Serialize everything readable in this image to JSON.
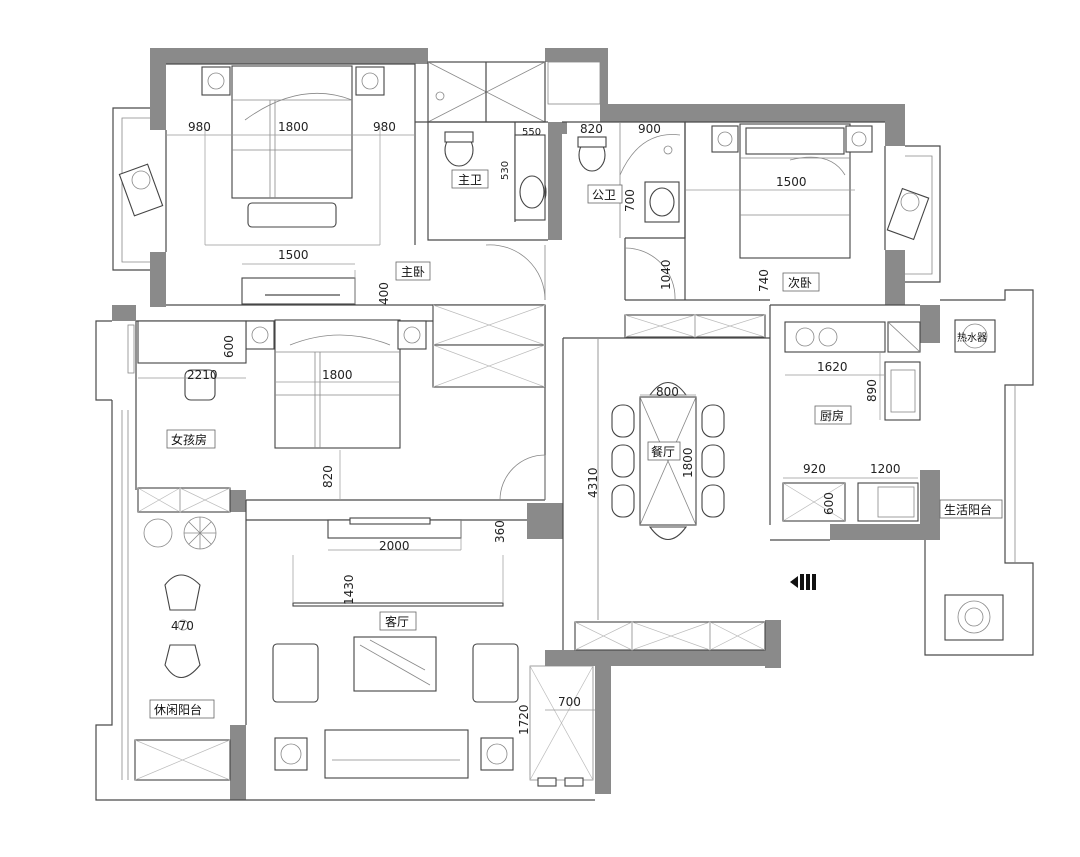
{
  "rooms": {
    "master_bedroom": "主卧",
    "master_bath": "主卫",
    "public_bath": "公卫",
    "second_bedroom": "次卧",
    "girls_room": "女孩房",
    "dining": "餐厅",
    "kitchen": "厨房",
    "utility_balcony": "生活阳台",
    "living_room": "客厅",
    "leisure_balcony": "休闲阳台",
    "water_heater": "热水器"
  },
  "dims": {
    "mb_left": "980",
    "mb_bed": "1800",
    "mb_right": "980",
    "mb_wardrobe": "1500",
    "mb_depth": "400",
    "bath_550": "550",
    "bath_530": "530",
    "pb_820": "820",
    "pb_900": "900",
    "pb_700": "700",
    "corr_1040": "1040",
    "sb_bed": "1500",
    "sb_740": "740",
    "gr_600": "600",
    "gr_desk": "2210",
    "gr_bed": "1800",
    "gr_820": "820",
    "din_table": "800",
    "din_len": "1800",
    "din_4310": "4310",
    "k_1620": "1620",
    "k_890": "890",
    "k_920": "920",
    "k_1200": "1200",
    "k_600": "600",
    "lr_tv": "2000",
    "lr_360": "360",
    "lr_1430": "1430",
    "lr_1720": "1720",
    "lr_700": "700",
    "lb_470": "470"
  },
  "entry_icon": "entry-arrow-icon"
}
